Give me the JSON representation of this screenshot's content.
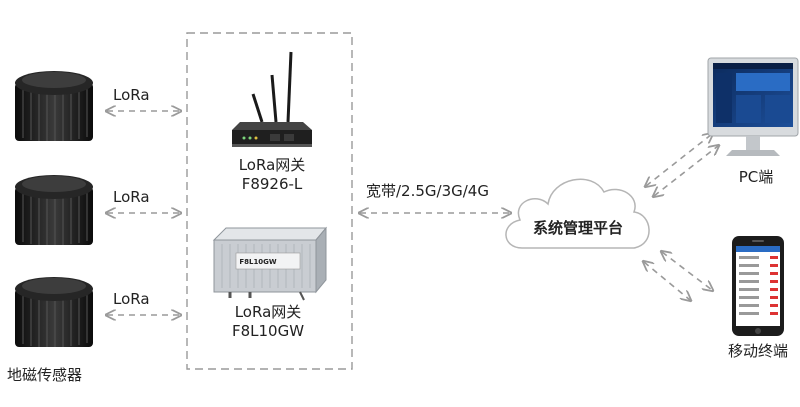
{
  "sensors": {
    "links": [
      "LoRa",
      "LoRa",
      "LoRa"
    ],
    "caption": "地磁传感器"
  },
  "gateway_1": {
    "name": "LoRa网关",
    "model": "F8926-L"
  },
  "gateway_2": {
    "name": "LoRa网关",
    "model": "F8L10GW",
    "device_print": "F8L10GW"
  },
  "backhaul_label": "宽带/2.5G/3G/4G",
  "platform": "系统管理平台",
  "clients": {
    "pc": "PC端",
    "mobile": "移动终端"
  },
  "colors": {
    "dash": "#9a9a9a",
    "device": "#1a1a1a",
    "cloud_stroke": "#b5b5b5"
  }
}
